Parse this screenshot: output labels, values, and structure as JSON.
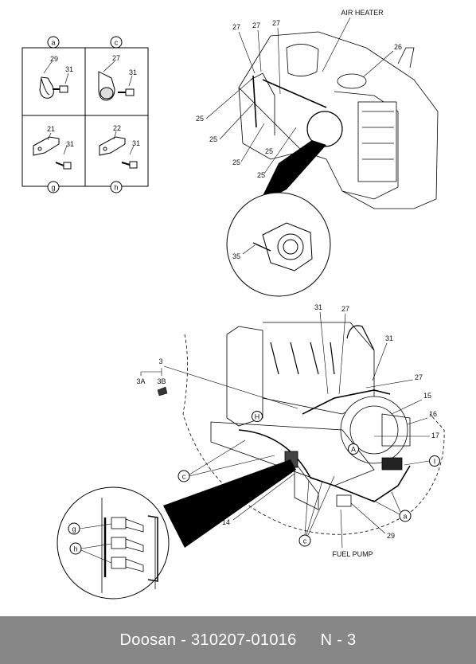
{
  "detail_boxes": [
    {
      "letter": "a",
      "parts": [
        "29",
        "31"
      ]
    },
    {
      "letter": "c",
      "parts": [
        "27",
        "31"
      ]
    },
    {
      "letter": "g",
      "parts": [
        "21",
        "31"
      ]
    },
    {
      "letter": "h",
      "parts": [
        "22",
        "31"
      ]
    }
  ],
  "top_view": {
    "air_heater_label": "AIR HEATER",
    "callouts": [
      "27",
      "27",
      "27",
      "26",
      "25",
      "25",
      "25",
      "25",
      "25"
    ],
    "zoom_callout": "35"
  },
  "bottom_view": {
    "callouts": [
      "3",
      "3A",
      "3B",
      "31",
      "27",
      "31",
      "27",
      "15",
      "16",
      "17",
      "14",
      "29"
    ],
    "circle_letters": [
      "H",
      "A",
      "c",
      "c",
      "a",
      "I",
      "g",
      "h"
    ],
    "fuel_pump_label": "FUEL PUMP"
  },
  "footer": {
    "brand": "Doosan",
    "separator": " - ",
    "part_number": "310207-01016",
    "page": "N - 3"
  }
}
